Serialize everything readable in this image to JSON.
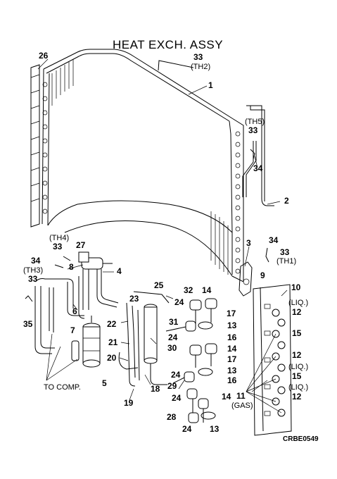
{
  "title": "HEAT EXCH. ASSY",
  "drawing_code": "CRBE0549",
  "note_to_comp": "TO COMP.",
  "parts": [
    {
      "key": "p26",
      "text": "26"
    },
    {
      "key": "p33a",
      "text": "33"
    },
    {
      "key": "th2",
      "text": "(TH2)"
    },
    {
      "key": "p1",
      "text": "1"
    },
    {
      "key": "th5",
      "text": "(TH5)"
    },
    {
      "key": "p33b",
      "text": "33"
    },
    {
      "key": "p34a",
      "text": "34"
    },
    {
      "key": "p2",
      "text": "2"
    },
    {
      "key": "th4",
      "text": "(TH4)"
    },
    {
      "key": "p33c",
      "text": "33"
    },
    {
      "key": "p27",
      "text": "27"
    },
    {
      "key": "p34b",
      "text": "34"
    },
    {
      "key": "p8",
      "text": "8"
    },
    {
      "key": "p4",
      "text": "4"
    },
    {
      "key": "th3",
      "text": "(TH3)"
    },
    {
      "key": "p33d",
      "text": "33"
    },
    {
      "key": "p3",
      "text": "3"
    },
    {
      "key": "p34c",
      "text": "34"
    },
    {
      "key": "p33e",
      "text": "33"
    },
    {
      "key": "th1",
      "text": "(TH1)"
    },
    {
      "key": "p9",
      "text": "9"
    },
    {
      "key": "p10",
      "text": "10"
    },
    {
      "key": "p25",
      "text": "25"
    },
    {
      "key": "p32",
      "text": "32"
    },
    {
      "key": "p14a",
      "text": "14"
    },
    {
      "key": "p23",
      "text": "23"
    },
    {
      "key": "p24a",
      "text": "24"
    },
    {
      "key": "p17a",
      "text": "17"
    },
    {
      "key": "liq1",
      "text": "(LIQ.)"
    },
    {
      "key": "p12a",
      "text": "12"
    },
    {
      "key": "p6",
      "text": "6"
    },
    {
      "key": "p35",
      "text": "35"
    },
    {
      "key": "p22",
      "text": "22"
    },
    {
      "key": "p31",
      "text": "31"
    },
    {
      "key": "p13a",
      "text": "13"
    },
    {
      "key": "p15a",
      "text": "15"
    },
    {
      "key": "p7",
      "text": "7"
    },
    {
      "key": "p24b",
      "text": "24"
    },
    {
      "key": "p16a",
      "text": "16"
    },
    {
      "key": "p21",
      "text": "21"
    },
    {
      "key": "p30",
      "text": "30"
    },
    {
      "key": "p14b",
      "text": "14"
    },
    {
      "key": "p12b",
      "text": "12"
    },
    {
      "key": "p17b",
      "text": "17"
    },
    {
      "key": "p20",
      "text": "20"
    },
    {
      "key": "liq2",
      "text": "(LIQ.)"
    },
    {
      "key": "p13b",
      "text": "13"
    },
    {
      "key": "p15b",
      "text": "15"
    },
    {
      "key": "p24c",
      "text": "24"
    },
    {
      "key": "p16b",
      "text": "16"
    },
    {
      "key": "p5",
      "text": "5"
    },
    {
      "key": "p18",
      "text": "18"
    },
    {
      "key": "p29",
      "text": "29"
    },
    {
      "key": "liq3",
      "text": "(LIQ.)"
    },
    {
      "key": "p11",
      "text": "11"
    },
    {
      "key": "p12c",
      "text": "12"
    },
    {
      "key": "p24d",
      "text": "24"
    },
    {
      "key": "p14c",
      "text": "14"
    },
    {
      "key": "gas",
      "text": "(GAS)"
    },
    {
      "key": "p19",
      "text": "19"
    },
    {
      "key": "p28",
      "text": "28"
    },
    {
      "key": "p24e",
      "text": "24"
    },
    {
      "key": "p13c",
      "text": "13"
    }
  ]
}
